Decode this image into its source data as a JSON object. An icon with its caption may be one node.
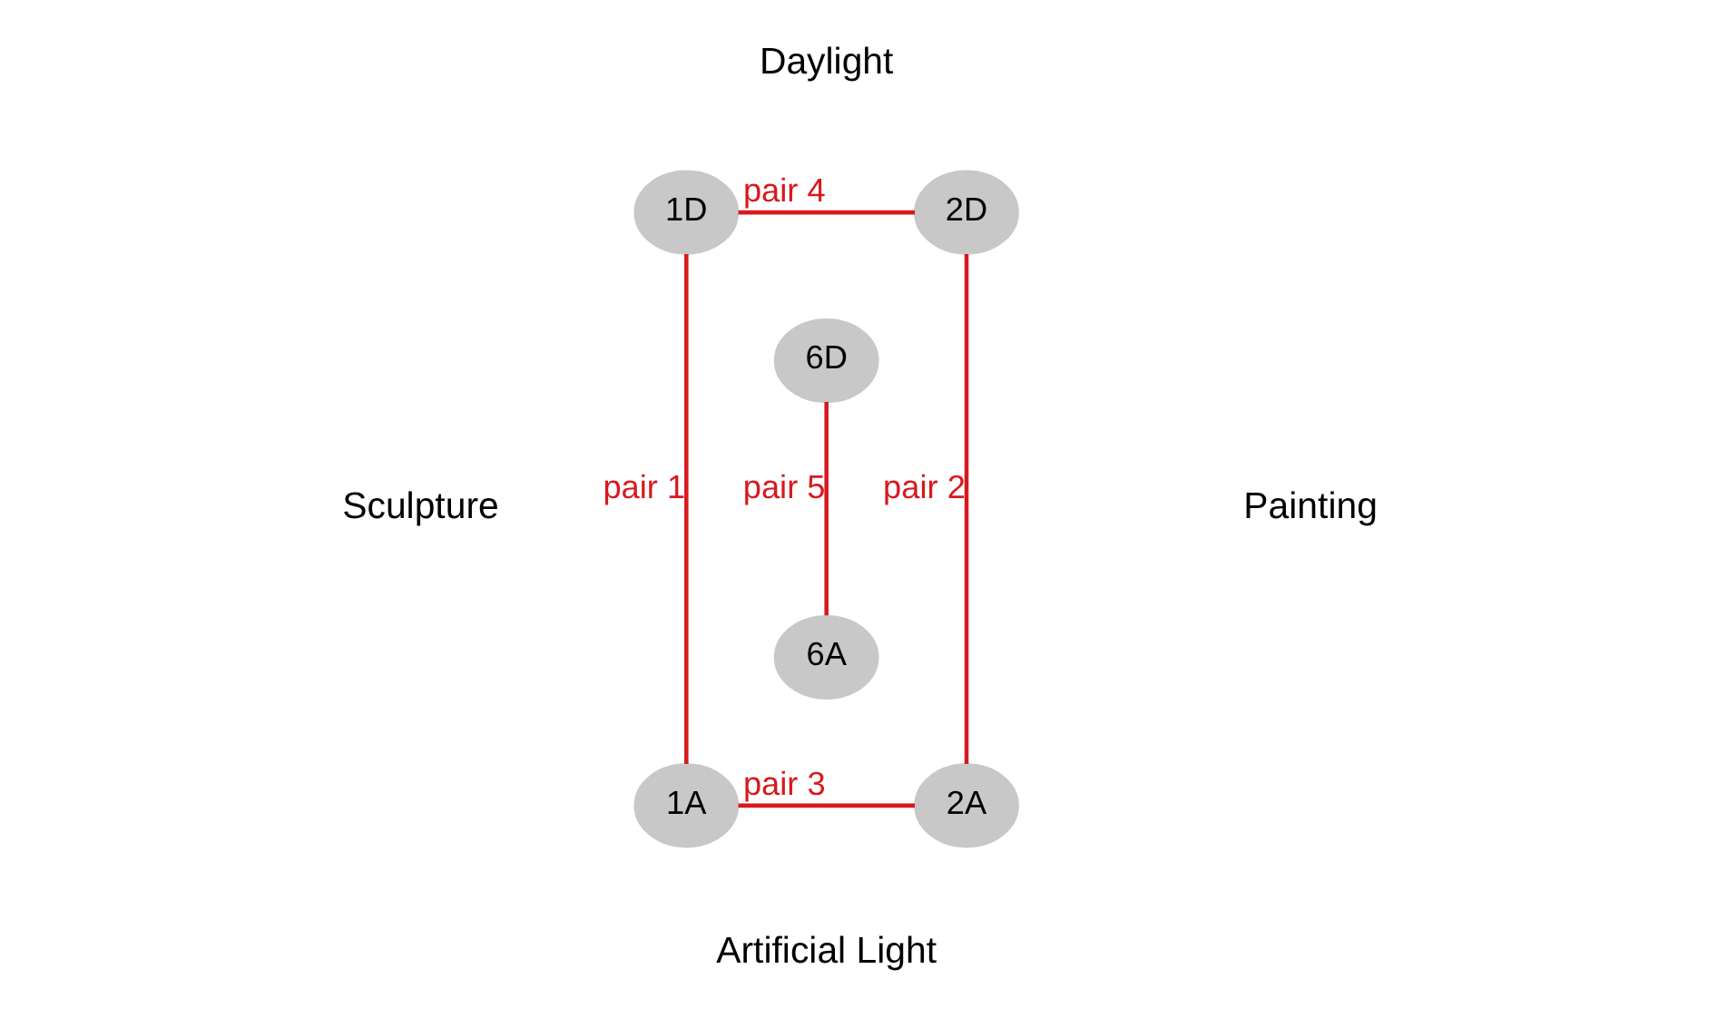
{
  "diagram": {
    "nodes": [
      {
        "text": [
          "1D"
        ]
      },
      {
        "text": [
          "2D"
        ]
      },
      {
        "text": [
          "6D"
        ]
      },
      {
        "text": [
          "6A"
        ]
      },
      {
        "text": [
          "1A"
        ]
      },
      {
        "text": [
          "2A"
        ]
      }
    ],
    "edges": [
      {
        "from": 0,
        "to": 1,
        "arrow": "none",
        "label": "pair 4"
      },
      {
        "from": 0,
        "to": 4,
        "arrow": "none",
        "label": "pair 1"
      },
      {
        "from": 2,
        "to": 3,
        "arrow": "none",
        "label": "pair 5"
      },
      {
        "from": 1,
        "to": 5,
        "arrow": "none",
        "label": "pair 2"
      },
      {
        "from": 4,
        "to": 5,
        "arrow": "none",
        "label": "pair 3"
      }
    ],
    "labels": [
      "Daylight",
      "Sculpture",
      "Painting",
      "Artificial Light"
    ]
  }
}
